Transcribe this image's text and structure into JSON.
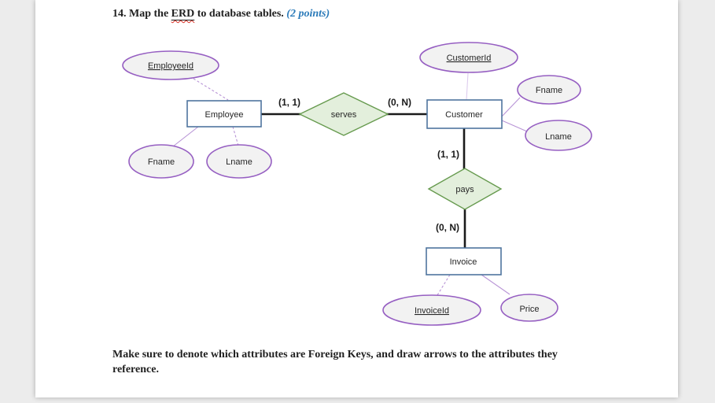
{
  "question": {
    "prefix": "14. Map the ",
    "erd_word": "ERD",
    "suffix": " to database tables. ",
    "points": "(2 points)"
  },
  "footer": {
    "line1": "Make sure to denote which attributes are Foreign Keys, and draw arrows to the attributes they",
    "line2": "reference."
  },
  "diagram": {
    "entities": {
      "employee": "Employee",
      "customer": "Customer",
      "invoice": "Invoice"
    },
    "relationships": {
      "serves": "serves",
      "pays": "pays"
    },
    "attributes": {
      "employee_id": "EmployeeId",
      "employee_fname": "Fname",
      "employee_lname": "Lname",
      "customer_id": "CustomerId",
      "customer_fname": "Fname",
      "customer_lname": "Lname",
      "invoice_id": "InvoiceId",
      "invoice_price": "Price"
    },
    "cardinalities": {
      "employee_serves": "(1, 1)",
      "serves_customer": "(0, N)",
      "customer_pays": "(1, 1)",
      "pays_invoice": "(0, N)"
    }
  },
  "colors": {
    "page_background": "#ececec",
    "page": "#ffffff",
    "entity_border": "#4f759e",
    "attribute_border": "#965fc2",
    "attribute_fill": "#f2f2f2",
    "relationship_fill": "#e3efdc",
    "relationship_border": "#669a4e",
    "points_text": "#2a7ab9",
    "spellcheck_underline": "#d93025"
  }
}
